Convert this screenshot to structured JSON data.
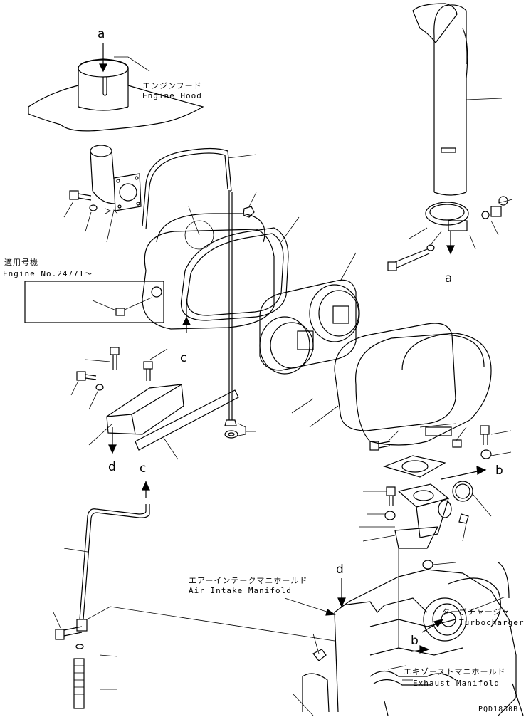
{
  "labels": {
    "engine_hood_jp": "エンジンフード",
    "engine_hood_en": "Engine Hood",
    "applicable_jp": "適用号機",
    "engine_no": "Engine No.24771～",
    "air_intake_jp": "エアーインテークマニホールド",
    "air_intake_en": "Air Intake Manifold",
    "turbo_jp": "ターボチャージャ",
    "turbo_en": "Turbocharger",
    "exhaust_jp": "エキゾーストマニホールド",
    "exhaust_en": "Exhaust Manifold",
    "drawing_code": "PQD1830B"
  },
  "refs": {
    "a": "a",
    "b": "b",
    "c": "c",
    "d": "d"
  }
}
